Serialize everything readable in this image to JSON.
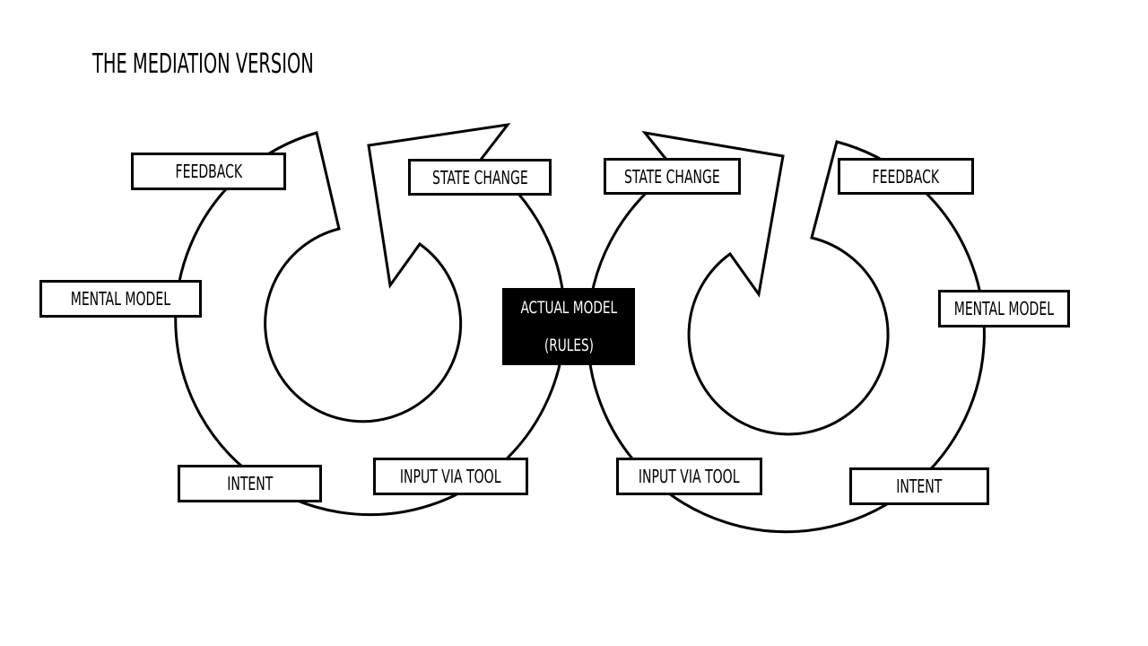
{
  "title": "THE MEDIATION VERSION",
  "center": {
    "line1": "ACTUAL MODEL",
    "line2": "(RULES)"
  },
  "left_loop": {
    "feedback": "FEEDBACK",
    "state_change": "STATE CHANGE",
    "mental_model": "MENTAL MODEL",
    "intent": "INTENT",
    "input": "INPUT VIA TOOL"
  },
  "right_loop": {
    "state_change": "STATE CHANGE",
    "feedback": "FEEDBACK",
    "mental_model": "MENTAL MODEL",
    "input": "INPUT VIA TOOL",
    "intent": "INTENT"
  }
}
